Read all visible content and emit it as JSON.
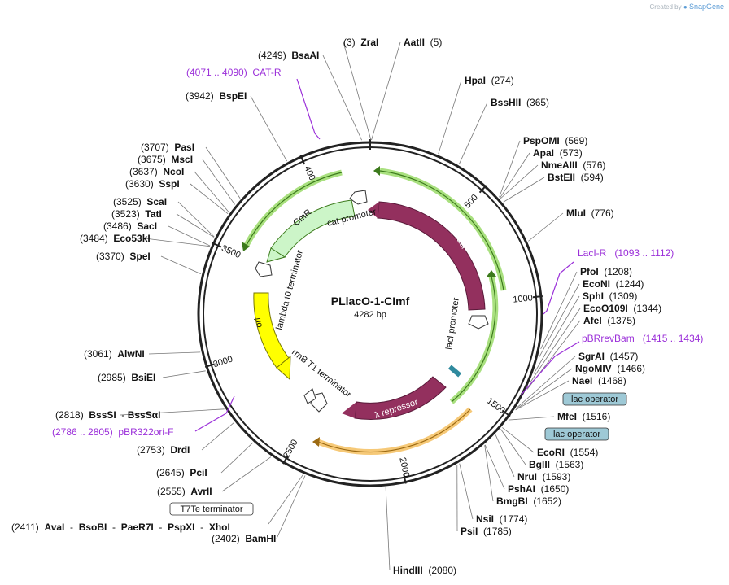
{
  "credit": {
    "prefix": "Created by",
    "brand": "SnapGene"
  },
  "plasmid": {
    "name": "PLlacO-1-CImf",
    "size_label": "4282 bp",
    "length": 4282
  },
  "ticks": [
    "500",
    "1000",
    "1500",
    "2000",
    "2500",
    "3000",
    "3500",
    "4000"
  ],
  "sites": [
    {
      "id": "zrai",
      "name": "ZraI",
      "pos_label": "(3)",
      "pos": 3
    },
    {
      "id": "aatii",
      "name": "AatII",
      "pos_label": "(5)",
      "pos": 5
    },
    {
      "id": "hpai",
      "name": "HpaI",
      "pos_label": "(274)",
      "pos": 274
    },
    {
      "id": "besshii",
      "name": "BssHII",
      "pos_label": "(365)",
      "pos": 365
    },
    {
      "id": "pspomi",
      "name": "PspOMI",
      "pos_label": "(569)",
      "pos": 569
    },
    {
      "id": "apai",
      "name": "ApaI",
      "pos_label": "(573)",
      "pos": 573
    },
    {
      "id": "nmeaiii",
      "name": "NmeAIII",
      "pos_label": "(576)",
      "pos": 576
    },
    {
      "id": "bsteii",
      "name": "BstEII",
      "pos_label": "(594)",
      "pos": 594
    },
    {
      "id": "mlui",
      "name": "MluI",
      "pos_label": "(776)",
      "pos": 776
    },
    {
      "id": "pfoi",
      "name": "PfoI",
      "pos_label": "(1208)",
      "pos": 1208
    },
    {
      "id": "econi",
      "name": "EcoNI",
      "pos_label": "(1244)",
      "pos": 1244
    },
    {
      "id": "sphi",
      "name": "SphI",
      "pos_label": "(1309)",
      "pos": 1309
    },
    {
      "id": "eco0109i",
      "name": "EcoO109I",
      "pos_label": "(1344)",
      "pos": 1344
    },
    {
      "id": "afei",
      "name": "AfeI",
      "pos_label": "(1375)",
      "pos": 1375
    },
    {
      "id": "sgrai",
      "name": "SgrAI",
      "pos_label": "(1457)",
      "pos": 1457
    },
    {
      "id": "ngomiv",
      "name": "NgoMIV",
      "pos_label": "(1466)",
      "pos": 1466
    },
    {
      "id": "naei",
      "name": "NaeI",
      "pos_label": "(1468)",
      "pos": 1468
    },
    {
      "id": "mfei",
      "name": "MfeI",
      "pos_label": "(1516)",
      "pos": 1516
    },
    {
      "id": "ecori",
      "name": "EcoRI",
      "pos_label": "(1554)",
      "pos": 1554
    },
    {
      "id": "bglii",
      "name": "BglII",
      "pos_label": "(1563)",
      "pos": 1563
    },
    {
      "id": "nrui",
      "name": "NruI",
      "pos_label": "(1593)",
      "pos": 1593
    },
    {
      "id": "pshai",
      "name": "PshAI",
      "pos_label": "(1650)",
      "pos": 1650
    },
    {
      "id": "bmgbi",
      "name": "BmgBI",
      "pos_label": "(1652)",
      "pos": 1652
    },
    {
      "id": "nsii",
      "name": "NsiI",
      "pos_label": "(1774)",
      "pos": 1774
    },
    {
      "id": "psii",
      "name": "PsiI",
      "pos_label": "(1785)",
      "pos": 1785
    },
    {
      "id": "hindiii",
      "name": "HindIII",
      "pos_label": "(2080)",
      "pos": 2080
    },
    {
      "id": "bamhi",
      "name": "BamHI",
      "pos_label": "(2402)",
      "pos": 2402
    },
    {
      "id": "avrii",
      "name": "AvrII",
      "pos_label": "(2555)",
      "pos": 2555
    },
    {
      "id": "pcii",
      "name": "PciI",
      "pos_label": "(2645)",
      "pos": 2645
    },
    {
      "id": "drdi",
      "name": "DrdI",
      "pos_label": "(2753)",
      "pos": 2753
    },
    {
      "id": "bsssi",
      "name": "BssSI",
      "pos_label": "(2818)",
      "pos": 2818
    },
    {
      "id": "bssei",
      "name": "BsiEI",
      "pos_label": "(2985)",
      "pos": 2985
    },
    {
      "id": "alwni",
      "name": "AlwNI",
      "pos_label": "(3061)",
      "pos": 3061
    },
    {
      "id": "spei",
      "name": "SpeI",
      "pos_label": "(3370)",
      "pos": 3370
    },
    {
      "id": "eco53ki",
      "name": "Eco53kI",
      "pos_label": "(3484)",
      "pos": 3484
    },
    {
      "id": "saci",
      "name": "SacI",
      "pos_label": "(3486)",
      "pos": 3486
    },
    {
      "id": "tati",
      "name": "TatI",
      "pos_label": "(3523)",
      "pos": 3523
    },
    {
      "id": "scai",
      "name": "ScaI",
      "pos_label": "(3525)",
      "pos": 3525
    },
    {
      "id": "sspi",
      "name": "SspI",
      "pos_label": "(3630)",
      "pos": 3630
    },
    {
      "id": "ncoi",
      "name": "NcoI",
      "pos_label": "(3637)",
      "pos": 3637
    },
    {
      "id": "msci",
      "name": "MscI",
      "pos_label": "(3675)",
      "pos": 3675
    },
    {
      "id": "pasi",
      "name": "PasI",
      "pos_label": "(3707)",
      "pos": 3707
    },
    {
      "id": "bspei",
      "name": "BspEI",
      "pos_label": "(3942)",
      "pos": 3942
    },
    {
      "id": "bsaai",
      "name": "BsaAI",
      "pos_label": "(4249)",
      "pos": 4249
    }
  ],
  "multi_site": {
    "names": [
      "AvaI",
      "BsoBI",
      "PaeR7I",
      "PspXI",
      "XhoI"
    ],
    "pos_label": "(2411)",
    "pos": 2411,
    "separator": "-"
  },
  "bsssi_extra": {
    "separator": "-",
    "name": "BssSαI"
  },
  "primers": [
    {
      "id": "cat-r",
      "name": "CAT-R",
      "range": "(4071 .. 4090)",
      "pos": 4080
    },
    {
      "id": "laci-r",
      "name": "LacI-R",
      "range": "(1093 .. 1112)",
      "pos": 1102
    },
    {
      "id": "pbrrevbam",
      "name": "pBRrevBam",
      "range": "(1415 .. 1434)",
      "pos": 1425
    },
    {
      "id": "pbr322ori-f",
      "name": "pBR322ori-F",
      "range": "(2786 .. 2805)",
      "pos": 2795
    }
  ],
  "boxed_features": [
    {
      "id": "lac-operator-1",
      "name": "lac operator",
      "style": "blue"
    },
    {
      "id": "lac-operator-2",
      "name": "lac operator",
      "style": "blue"
    },
    {
      "id": "t7te-terminator",
      "name": "T7Te terminator",
      "style": "white"
    }
  ],
  "features": [
    {
      "id": "laci",
      "name": "lacI",
      "color": "#93305e"
    },
    {
      "id": "laci-promoter",
      "name": "lacI promoter",
      "color": "#ffffff"
    },
    {
      "id": "cmr",
      "name": "CmR",
      "color": "#ccf5c8"
    },
    {
      "id": "cat-promoter",
      "name": "cat promoter",
      "color": "#ffffff"
    },
    {
      "id": "lambda-t0",
      "name": "lambda t0 terminator",
      "color": "#ffffff"
    },
    {
      "id": "ori",
      "name": "ori",
      "color": "#ffff00"
    },
    {
      "id": "rrnb-t1",
      "name": "rrnB T1 terminator",
      "color": "#ffffff"
    },
    {
      "id": "lambda-repressor",
      "name": "λ repressor",
      "color": "#93305e"
    }
  ],
  "colors": {
    "backbone": "#222222",
    "primer": "#9b30d9",
    "orf_green": "#a9e07f",
    "orf_orange": "#f6c978",
    "operator": "#9ec9d6",
    "feature_purple": "#93305e",
    "ori_yellow": "#ffff00",
    "cmr_green": "#ccf5c8"
  }
}
